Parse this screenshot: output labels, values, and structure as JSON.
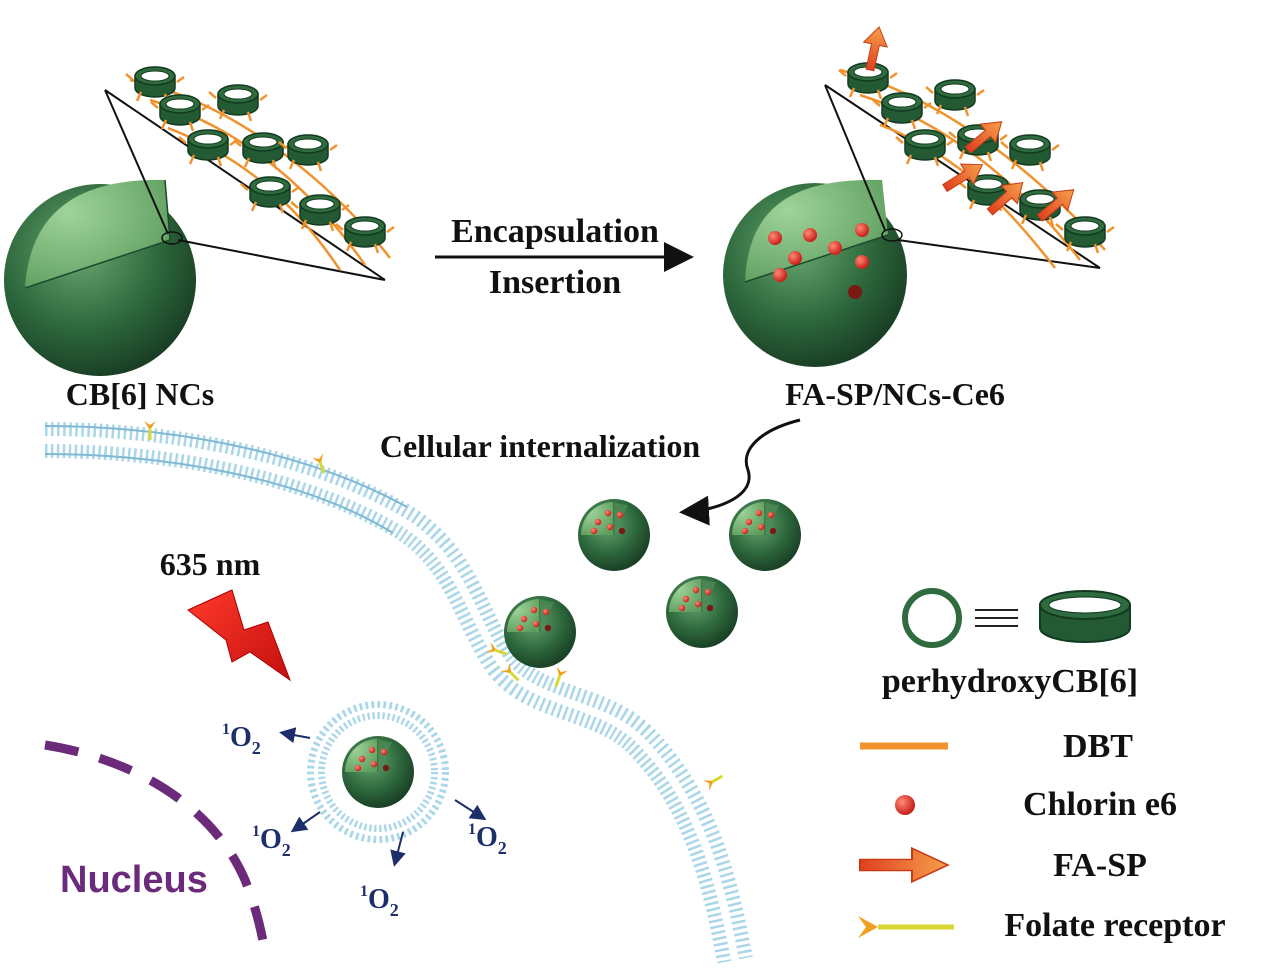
{
  "labels": {
    "cb6_ncs": "CB[6] NCs",
    "fa_sp_ncs_ce6": "FA-SP/NCs-Ce6",
    "encapsulation": "Encapsulation",
    "insertion": "Insertion",
    "cellular_internalization": "Cellular internalization",
    "wavelength": "635 nm",
    "nucleus": "Nucleus"
  },
  "singlet_oxygen": {
    "superscript": "1",
    "base": "O",
    "subscript": "2"
  },
  "legend": {
    "perhydroxy": "perhydroxyCB[6]",
    "dbt": "DBT",
    "chlorin": "Chlorin e6",
    "fasp": "FA-SP",
    "folate": "Folate receptor"
  },
  "colors": {
    "sphere_green": "#2f6b3e",
    "dbt_orange": "#f0922e",
    "ce6_red": "#e03a2c",
    "fasp_arrow": "#ea5a2a",
    "membrane_blue": "#9fd0e4",
    "nucleus_purple": "#6b2a7a",
    "oxygen_blue": "#1c2f6b",
    "folate_yellow": "#d8d830"
  }
}
